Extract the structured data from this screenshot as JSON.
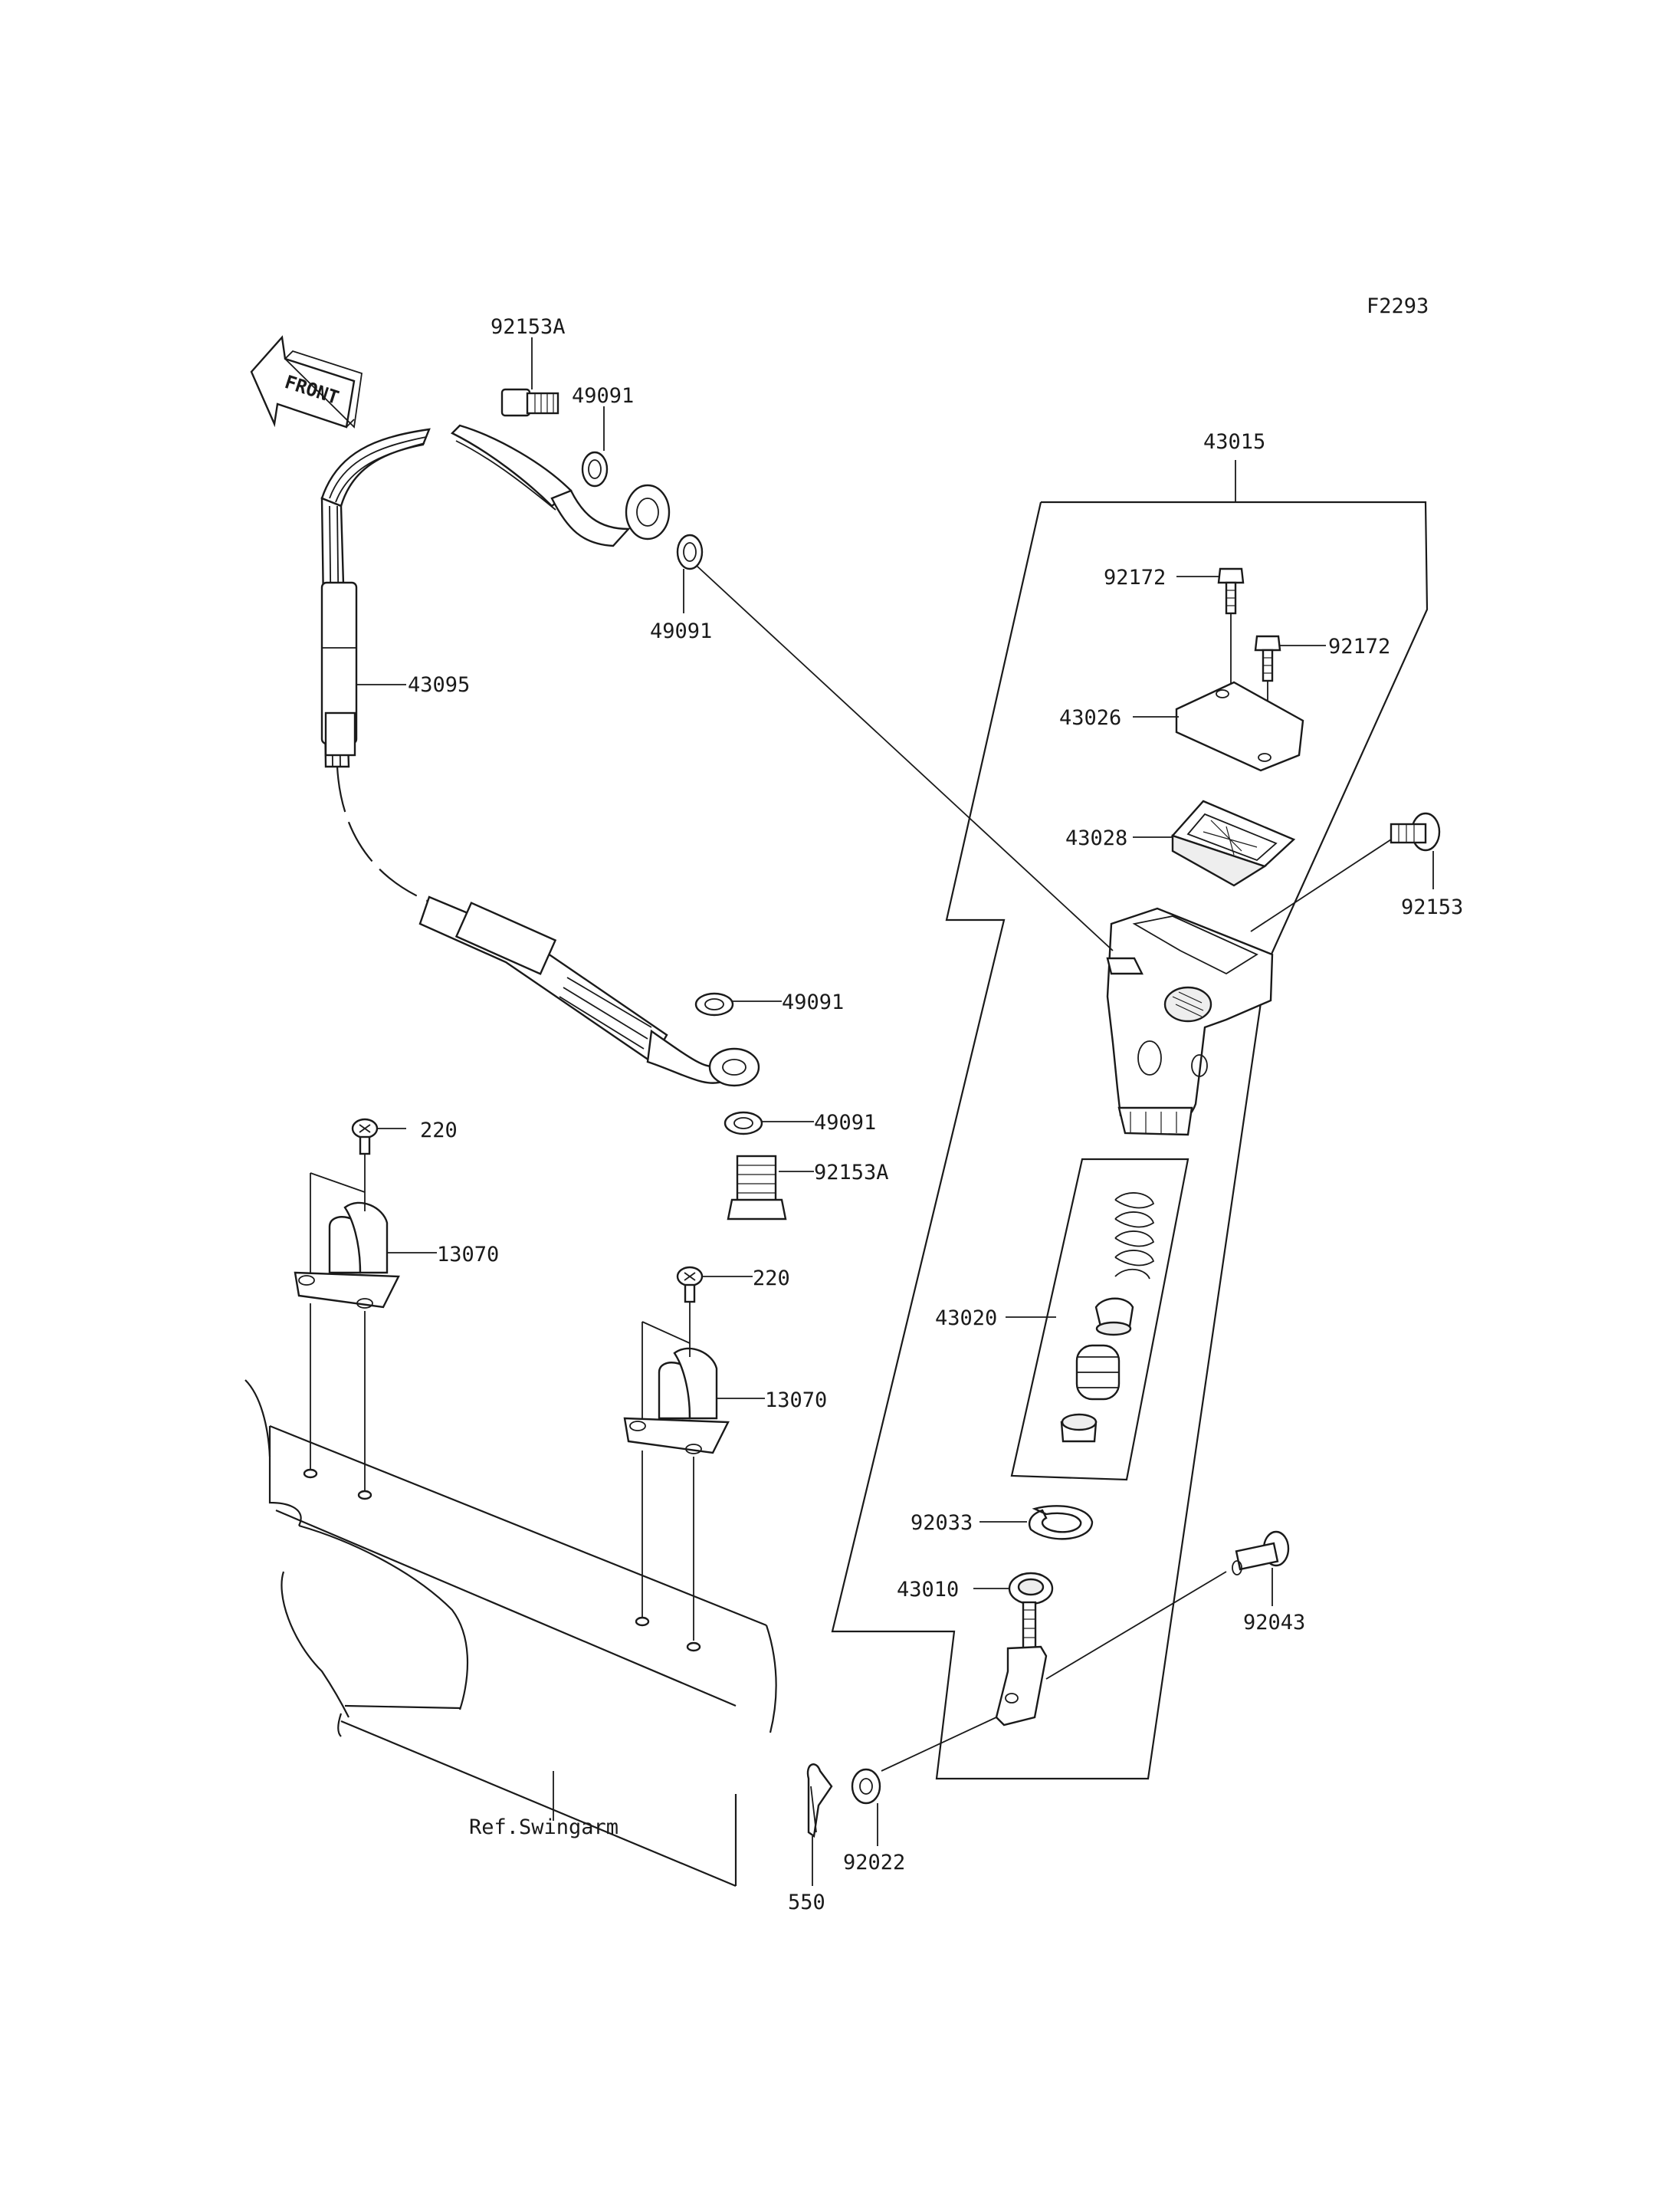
{
  "figure_code": "F2293",
  "front_arrow": "FRONT",
  "labels": {
    "p92153A_top": "92153A",
    "p49091_top": "49091",
    "p49091_mid": "49091",
    "p43095": "43095",
    "p49091_lower1": "49091",
    "p49091_lower2": "49091",
    "p92153A_bottom": "92153A",
    "p220_left": "220",
    "p13070_left": "13070",
    "p220_right": "220",
    "p13070_right": "13070",
    "ref_swingarm": "Ref.Swingarm",
    "p550": "550",
    "p92022": "92022",
    "p43015": "43015",
    "p92172_left": "92172",
    "p92172_right": "92172",
    "p43026": "43026",
    "p43028": "43028",
    "p92153": "92153",
    "p43020": "43020",
    "p92033": "92033",
    "p43010": "43010",
    "p92043": "92043"
  }
}
